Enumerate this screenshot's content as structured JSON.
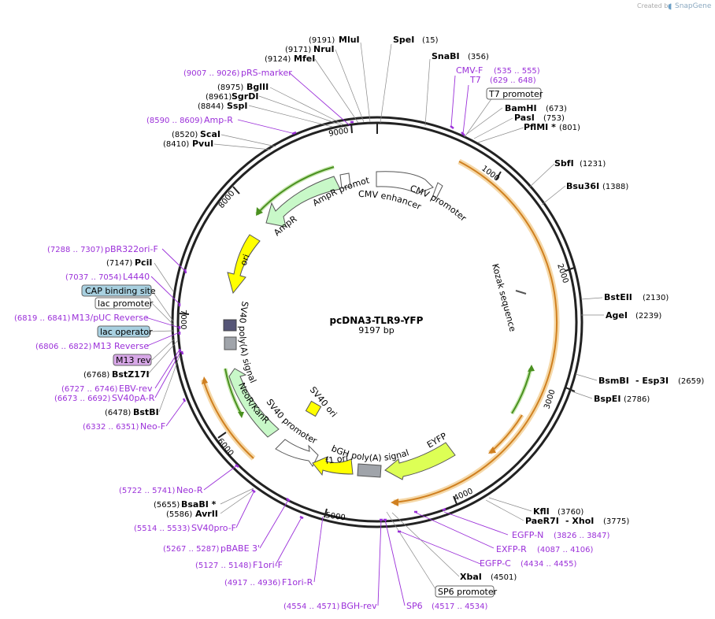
{
  "watermark": {
    "created_by": "Created by",
    "brand": "SnapGene"
  },
  "plasmid": {
    "name": "pcDNA3-TLR9-YFP",
    "length": "9197 bp"
  },
  "ticks": [
    "1000",
    "2000",
    "3000",
    "4000",
    "5000",
    "6000",
    "7000",
    "8000",
    "9000"
  ],
  "colors": {
    "primer": "#9b30d9",
    "orange": "#f0b040",
    "green": "#6aa830",
    "yellow": "#ffff00",
    "lightgreen": "#c8f8c8",
    "gray": "#a0a4aa",
    "teal": "#a8d0e0",
    "lilac": "#d8a8e8"
  },
  "enzymes": [
    {
      "name": "MluI",
      "pos": "(9191)"
    },
    {
      "name": "NruI",
      "pos": "(9171)"
    },
    {
      "name": "MfeI",
      "pos": "(9124)"
    },
    {
      "name": "SpeI",
      "pos": "(15)"
    },
    {
      "name": "SnaBI",
      "pos": "(356)"
    },
    {
      "name": "BglII",
      "pos": "(8975)"
    },
    {
      "name": "SgrDI",
      "pos": "(8961)"
    },
    {
      "name": "SspI",
      "pos": "(8844)"
    },
    {
      "name": "ScaI",
      "pos": "(8520)"
    },
    {
      "name": "PvuI",
      "pos": "(8410)"
    },
    {
      "name": "BamHI",
      "pos": "(673)"
    },
    {
      "name": "PasI",
      "pos": "(753)"
    },
    {
      "name": "PflMI *",
      "pos": "(801)"
    },
    {
      "name": "SbfI",
      "pos": "(1231)"
    },
    {
      "name": "Bsu36I",
      "pos": "(1388)"
    },
    {
      "name": "BstEII",
      "pos": "(2130)"
    },
    {
      "name": "AgeI",
      "pos": "(2239)"
    },
    {
      "name": "BsmBI",
      "pos": ""
    },
    {
      "name": "- Esp3I",
      "pos": "(2659)"
    },
    {
      "name": "BspEI",
      "pos": "(2786)"
    },
    {
      "name": "PciI",
      "pos": "(7147)"
    },
    {
      "name": "BstZ17I",
      "pos": "(6768)"
    },
    {
      "name": "BstBI",
      "pos": "(6478)"
    },
    {
      "name": "KflI",
      "pos": "(3760)"
    },
    {
      "name": "PaeR7I",
      "pos": ""
    },
    {
      "name": "- XhoI",
      "pos": "(3775)"
    },
    {
      "name": "XbaI",
      "pos": "(4501)"
    },
    {
      "name": "BsaBI *",
      "pos": "(5655)"
    },
    {
      "name": "AvrII",
      "pos": "(5586)"
    }
  ],
  "primers": [
    {
      "name": "pRS-marker",
      "pos": "(9007 .. 9026)"
    },
    {
      "name": "Amp-R",
      "pos": "(8590 .. 8609)"
    },
    {
      "name": "CMV-F",
      "pos": "(535 .. 555)"
    },
    {
      "name": "T7",
      "pos": "(629 .. 648)"
    },
    {
      "name": "pBR322ori-F",
      "pos": "(7288 .. 7307)"
    },
    {
      "name": "L4440",
      "pos": "(7037 .. 7054)"
    },
    {
      "name": "M13/pUC Reverse",
      "pos": "(6819 .. 6841)"
    },
    {
      "name": "M13 Reverse",
      "pos": "(6806 .. 6822)"
    },
    {
      "name": "EBV-rev",
      "pos": "(6727 .. 6746)"
    },
    {
      "name": "SV40pA-R",
      "pos": "(6673 .. 6692)"
    },
    {
      "name": "Neo-F",
      "pos": "(6332 .. 6351)"
    },
    {
      "name": "Neo-R",
      "pos": "(5722 .. 5741)"
    },
    {
      "name": "SV40pro-F",
      "pos": "(5514 .. 5533)"
    },
    {
      "name": "pBABE 3'",
      "pos": "(5267 .. 5287)"
    },
    {
      "name": "F1ori-F",
      "pos": "(5127 .. 5148)"
    },
    {
      "name": "F1ori-R",
      "pos": "(4917 .. 4936)"
    },
    {
      "name": "BGH-rev",
      "pos": "(4554 .. 4571)"
    },
    {
      "name": "SP6",
      "pos": "(4517 .. 4534)"
    },
    {
      "name": "EGFP-N",
      "pos": "(3826 .. 3847)"
    },
    {
      "name": "EXFP-R",
      "pos": "(4087 .. 4106)"
    },
    {
      "name": "EGFP-C",
      "pos": "(4434 .. 4455)"
    }
  ],
  "boxed_features": [
    "T7 promoter",
    "CAP binding site",
    "lac promoter",
    "lac operator",
    "M13 rev",
    "SP6 promoter"
  ],
  "features": [
    "AmpR promoter",
    "CMV enhancer",
    "CMV promoter",
    "AmpR",
    "ori",
    "Kozak sequence",
    "SV40 poly(A) signal",
    "SV40 ori",
    "NeoR/KanR",
    "SV40 promoter",
    "bGH poly(A) signal",
    "f1 ori",
    "EYFP"
  ]
}
